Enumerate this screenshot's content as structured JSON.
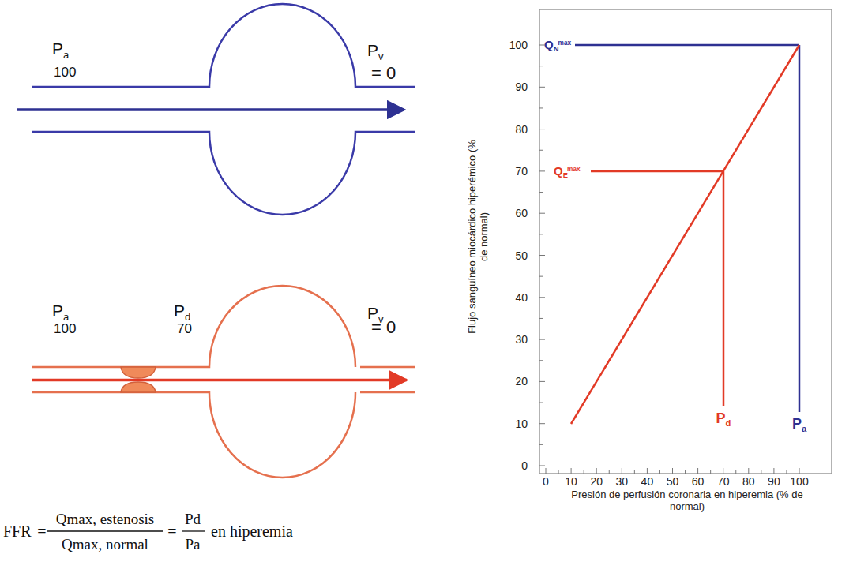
{
  "diagram": {
    "labels": [
      "Pa",
      "100",
      "Pv",
      "= 0",
      "Pa",
      "100",
      "Pd",
      "70",
      "Pv",
      "= 0",
      "QNmax",
      "QEmax",
      "100",
      "90",
      "80",
      "70",
      "60",
      "50",
      "40",
      "30",
      "20",
      "10",
      "0",
      "Flujo sanguíneo miocárdico hiperémico (% de normal)",
      "Pd",
      "Pa",
      "0",
      "10",
      "20",
      "30",
      "40",
      "50",
      "60",
      "70",
      "80",
      "90",
      "100",
      "Presión de perfusión coronaria en hiperemia (% de normal)",
      "FFR",
      "=",
      "Qmax, estenosis",
      "Qmax, normal",
      "=",
      "Pd",
      "Pa",
      "en hiperemia"
    ]
  }
}
